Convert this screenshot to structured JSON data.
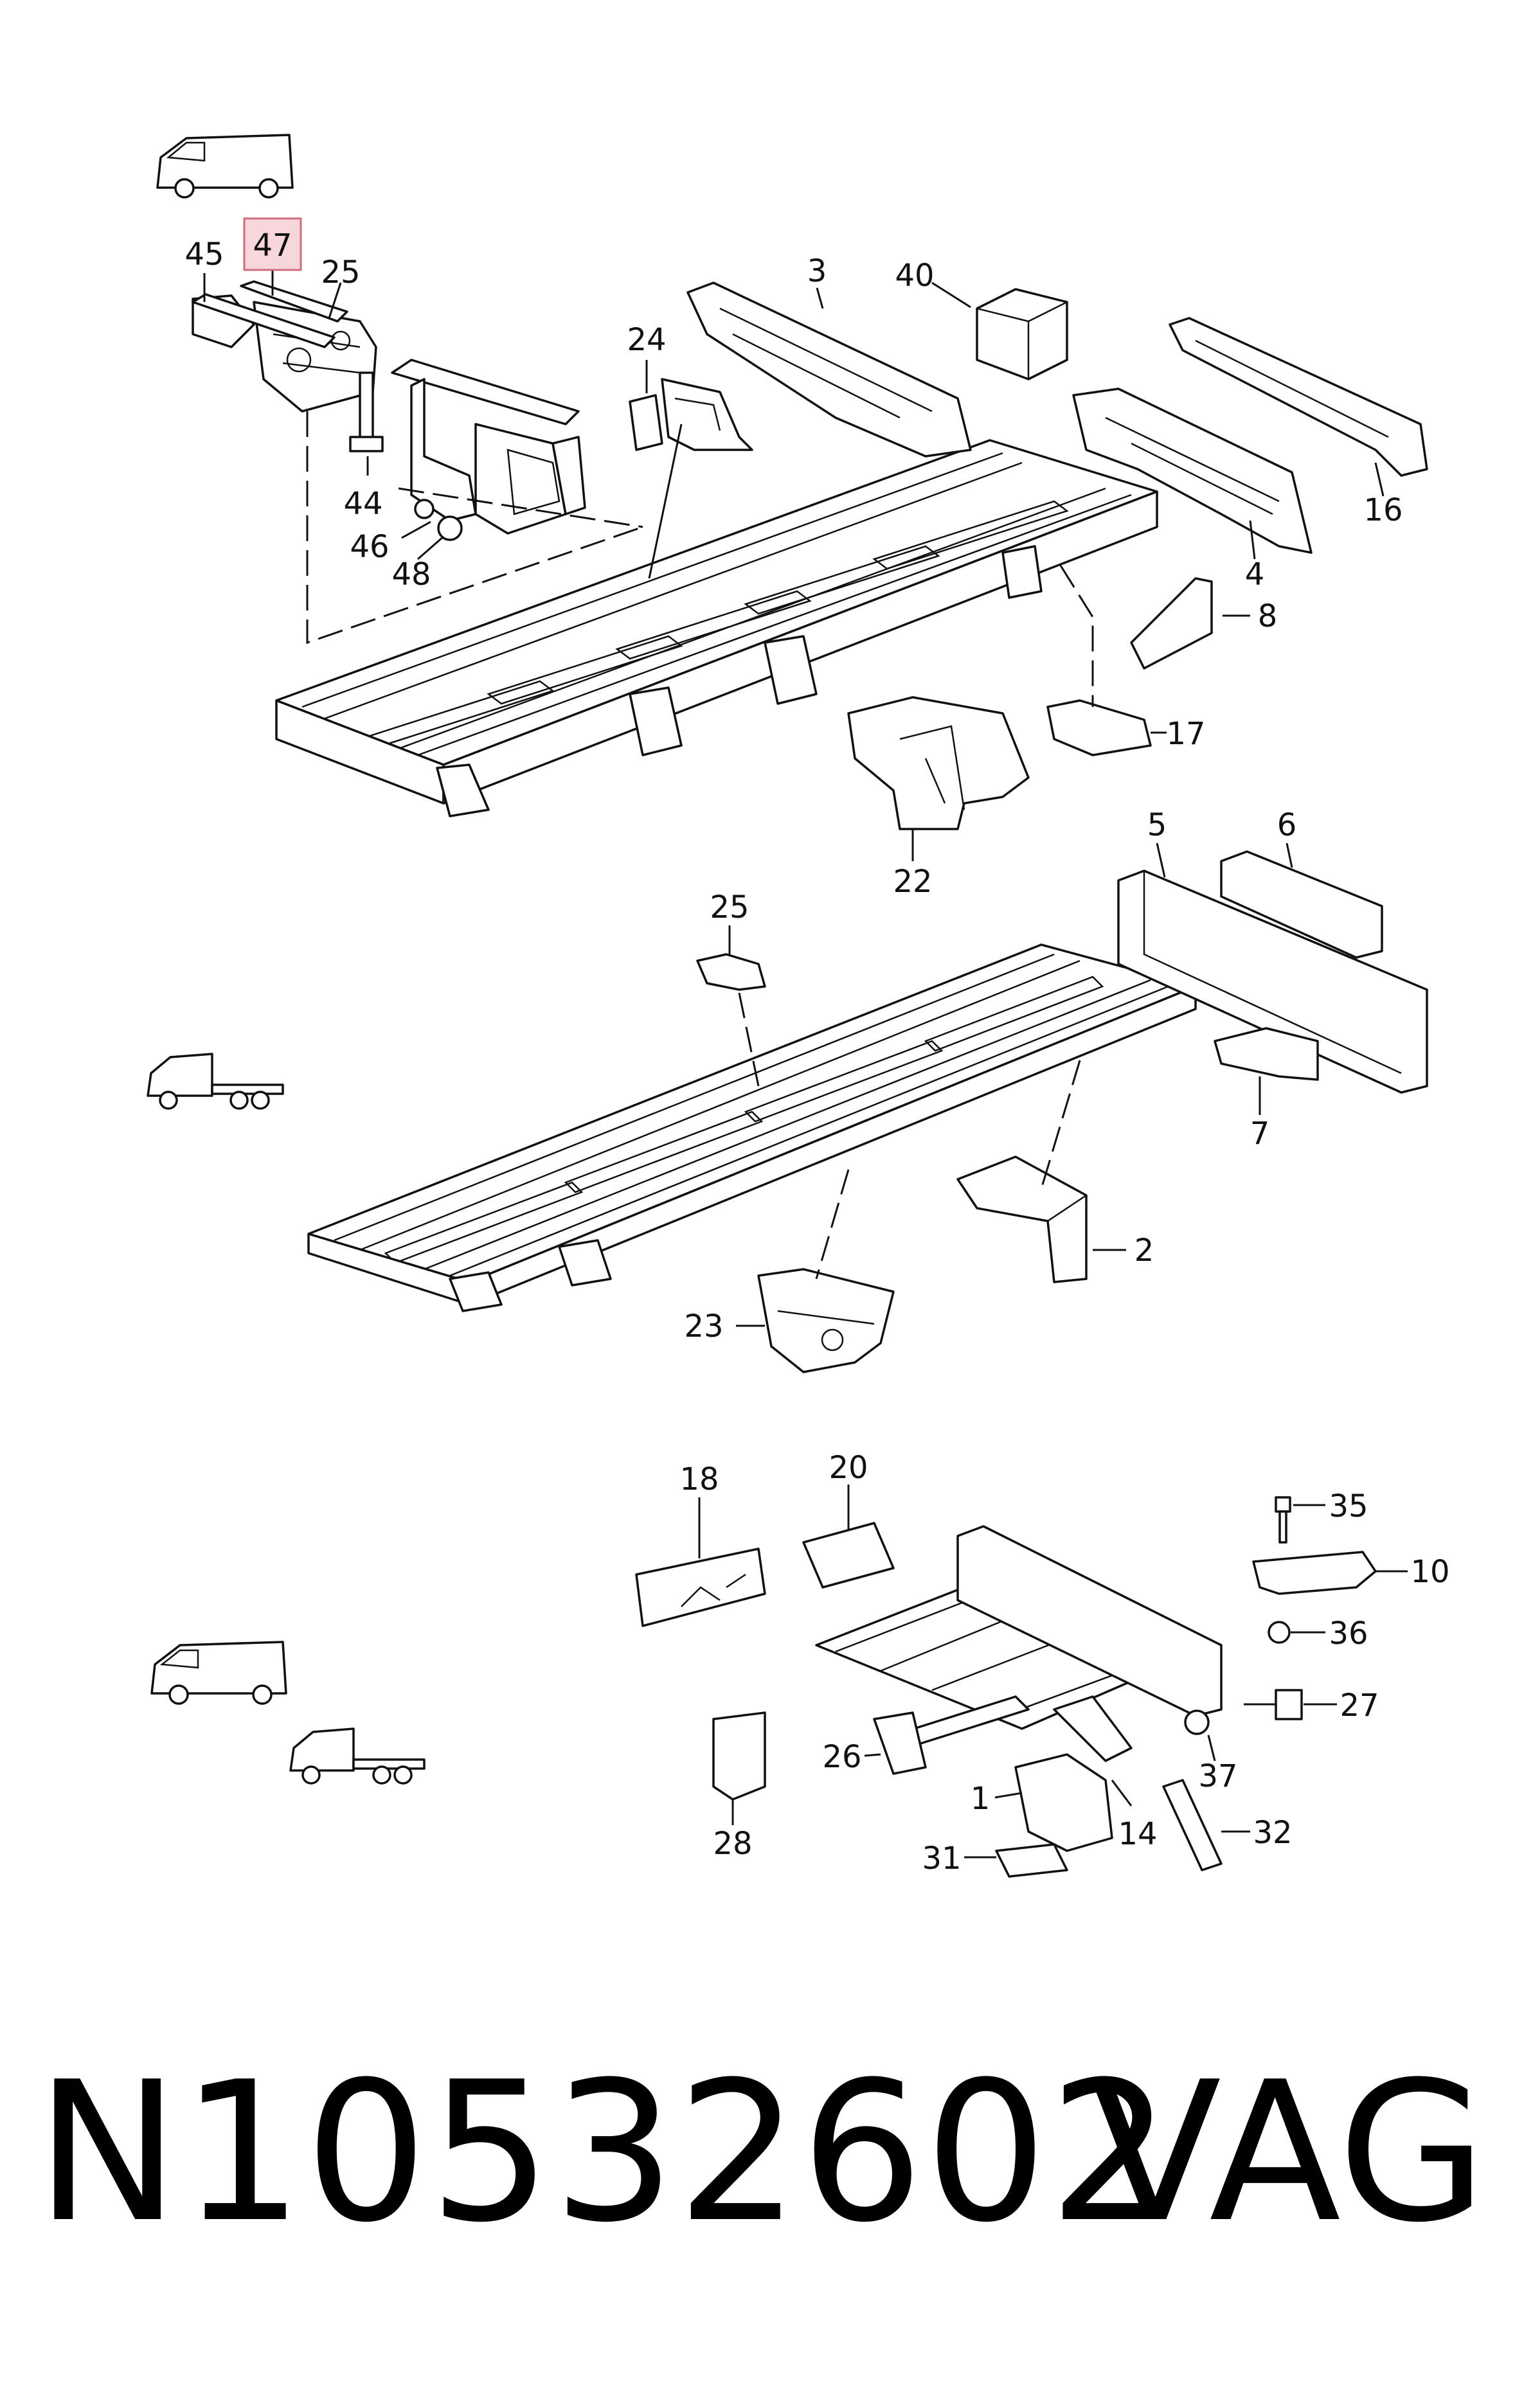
{
  "diagram": {
    "section_top_callouts": [
      "45",
      "47",
      "25",
      "3",
      "40",
      "24",
      "16",
      "44",
      "46",
      "48",
      "4",
      "8",
      "17",
      "22"
    ],
    "section_middle_callouts": [
      "5",
      "6",
      "25",
      "7",
      "2",
      "23"
    ],
    "section_bottom_callouts": [
      "18",
      "20",
      "35",
      "10",
      "36",
      "27",
      "26",
      "37",
      "1",
      "14",
      "32",
      "31",
      "28"
    ],
    "highlighted_callout": "47",
    "highlight_color": "#f8d7dc"
  },
  "footer": {
    "part_number": "N10532602",
    "brand": "VAG"
  }
}
